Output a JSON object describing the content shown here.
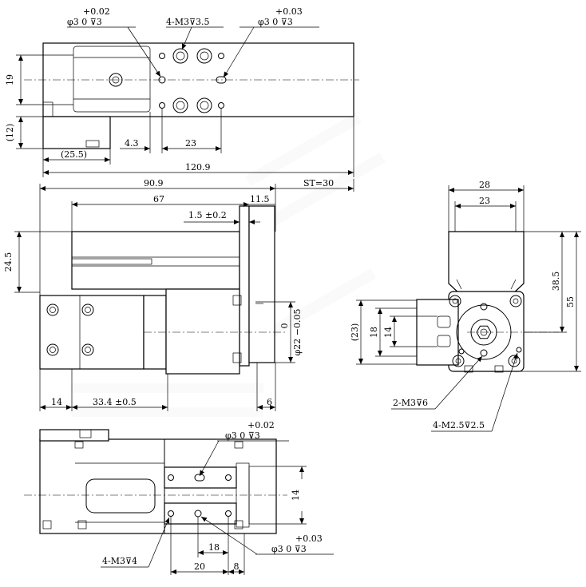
{
  "top_view": {
    "tol_left_plus": "+0.02",
    "tol_left_main": "φ3  0  ⊽3",
    "holes_note": "4-M3⊽3.5",
    "tol_right_plus": "+0.03",
    "tol_right_main": "φ3  0  ⊽3",
    "dim_19": "19",
    "dim_12": "(12)",
    "dim_4_3": "4.3",
    "dim_23": "23",
    "dim_25_5": "(25.5)",
    "dim_120_9": "120.9"
  },
  "front_view": {
    "dim_90_9": "90.9",
    "stroke": "ST=30",
    "dim_67": "67",
    "dim_11_5": "11.5",
    "dim_1_5": "1.5 ±0.2",
    "dim_24_5": "24.5",
    "dim_22_zero": "0",
    "dim_22_main": "φ22 −0.05",
    "dim_14": "14",
    "dim_33_4": "33.4 ±0.5",
    "dim_6": "6"
  },
  "side_view": {
    "dim_28": "28",
    "dim_23": "23",
    "dim_38_5": "38.5",
    "dim_55": "55",
    "dim_23p": "(23)",
    "dim_18": "18",
    "dim_14": "14",
    "note_m3": "2-M3⊽6",
    "note_m25": "4-M2.5⊽2.5"
  },
  "bottom_view": {
    "tol_top_plus": "+0.02",
    "tol_top_main": "φ3  0  ⊽3",
    "dim_14": "14",
    "tol_bot_plus": "+0.03",
    "tol_bot_main": "φ3  0  ⊽3",
    "dim_18": "18",
    "holes_note": "4-M3⊽4",
    "dim_20": "20",
    "dim_8": "8"
  }
}
